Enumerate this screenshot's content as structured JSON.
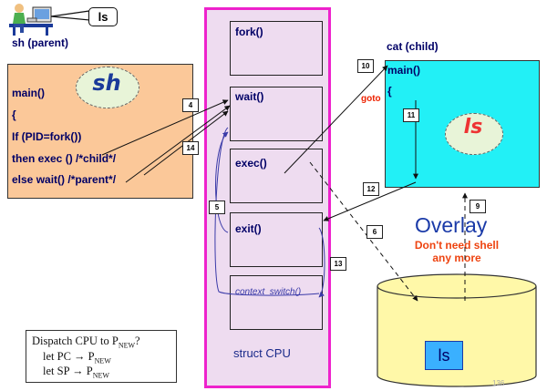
{
  "user_bubble": "ls",
  "sh": {
    "title": "sh (parent)",
    "oval_label": "sh",
    "lines": [
      "main()",
      "{",
      " If (PID=fork())",
      "    then  exec ()  /*child*/",
      "    else   wait() /*parent*/"
    ]
  },
  "cpu": {
    "functions": [
      "fork()",
      "wait()",
      "exec()",
      "exit()",
      "context_switch()"
    ],
    "label": "struct  CPU"
  },
  "cat": {
    "title": "cat (child)",
    "main": "main()",
    "brace": "{",
    "oval_label": "ls",
    "goto": "goto"
  },
  "steps": [
    "4",
    "14",
    "5",
    "10",
    "11",
    "12",
    "6",
    "9",
    "13"
  ],
  "overlay": {
    "title": "Overlay",
    "line1": "Don't need shell",
    "line2": "any more"
  },
  "disk_label": "ls",
  "dispatch": {
    "line1": "Dispatch  CPU  to  P",
    "line1_sub": "NEW",
    "line1_end": "?",
    "line2": "let   PC → P",
    "line2_sub": "NEW",
    "line3": "let   SP → P",
    "line3_sub": "NEW"
  },
  "page_number": "136"
}
